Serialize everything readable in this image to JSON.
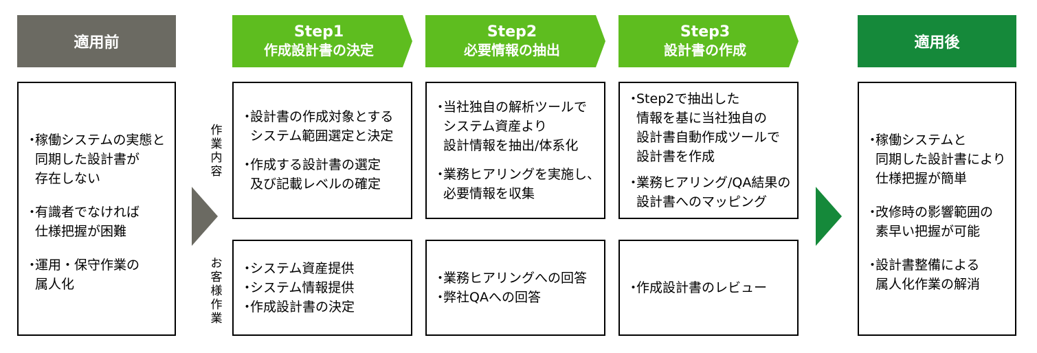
{
  "colors": {
    "before_header": "#6b6a62",
    "step_header": "#5ebd1f",
    "after_header": "#15893a",
    "arrow_gray": "#6b6a62",
    "arrow_green": "#15893a"
  },
  "before": {
    "title": "適用前",
    "items": [
      "稼働システムの実態と\n同期した設計書が\n存在しない",
      "有識者でなければ\n仕様把握が困難",
      "運用・保守作業の\n属人化"
    ]
  },
  "row_labels": {
    "work": "作業内容",
    "customer": "お客様作業"
  },
  "steps": [
    {
      "step": "Step1",
      "title": "作成設計書の決定",
      "work": [
        "設計書の作成対象とする\nシステム範囲選定と決定",
        "作成する設計書の選定\n及び記載レベルの確定"
      ],
      "customer": [
        "システム資産提供",
        "システム情報提供",
        "作成設計書の決定"
      ]
    },
    {
      "step": "Step2",
      "title": "必要情報の抽出",
      "work": [
        "当社独自の解析ツールで\nシステム資産より\n設計情報を抽出/体系化",
        "業務ヒアリングを実施し、\n必要情報を収集"
      ],
      "customer": [
        "業務ヒアリングへの回答",
        "弊社QAへの回答"
      ]
    },
    {
      "step": "Step3",
      "title": "設計書の作成",
      "work": [
        "Step2で抽出した\n情報を基に当社独自の\n設計書自動作成ツールで\n設計書を作成",
        "業務ヒアリング/QA結果の\n設計書へのマッピング"
      ],
      "customer": [
        "作成設計書のレビュー"
      ]
    }
  ],
  "after": {
    "title": "適用後",
    "items": [
      "稼働システムと\n同期した設計書により\n仕様把握が簡単",
      "改修時の影響範囲の\n素早い把握が可能",
      "設計書整備による\n属人化作業の解消"
    ]
  },
  "bullet": "・"
}
